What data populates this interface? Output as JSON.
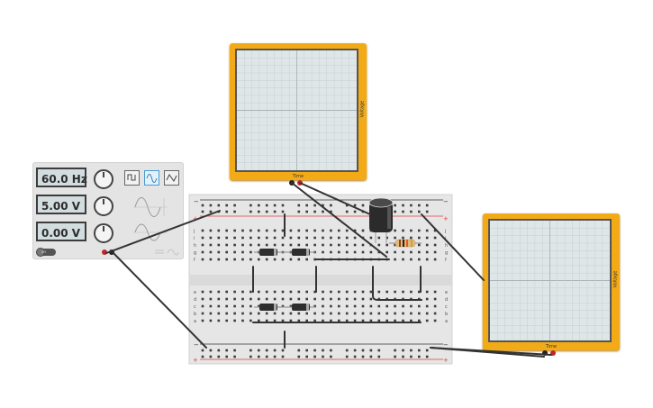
{
  "function_generator": {
    "frequency": "60.0 Hz",
    "amplitude": "5.00 V",
    "offset": "0.00 V",
    "waveforms": [
      "square-wave-icon",
      "sine-wave-icon",
      "triangle-wave-icon"
    ],
    "selected_waveform": "sine-wave-icon",
    "power_label": "on"
  },
  "oscilloscope_top": {
    "x_label": "Time",
    "y_label": "Voltage"
  },
  "oscilloscope_right": {
    "x_label": "Time",
    "y_label": "Voltage"
  },
  "breadboard": {
    "rail_labels": {
      "minus": "−",
      "plus": "+"
    },
    "row_labels_top": [
      "j",
      "i",
      "h",
      "g",
      "f"
    ],
    "row_labels_bottom": [
      "e",
      "d",
      "c",
      "b",
      "a"
    ],
    "column_count": 30
  },
  "colors": {
    "oscilloscope_frame": "#f2ab17",
    "screen": "#dfe6e8",
    "breadboard": "#e8e8e8",
    "rail_red": "#e23b3b",
    "wire": "#333333",
    "probe_red": "#c0262b",
    "probe_black": "#222222"
  }
}
